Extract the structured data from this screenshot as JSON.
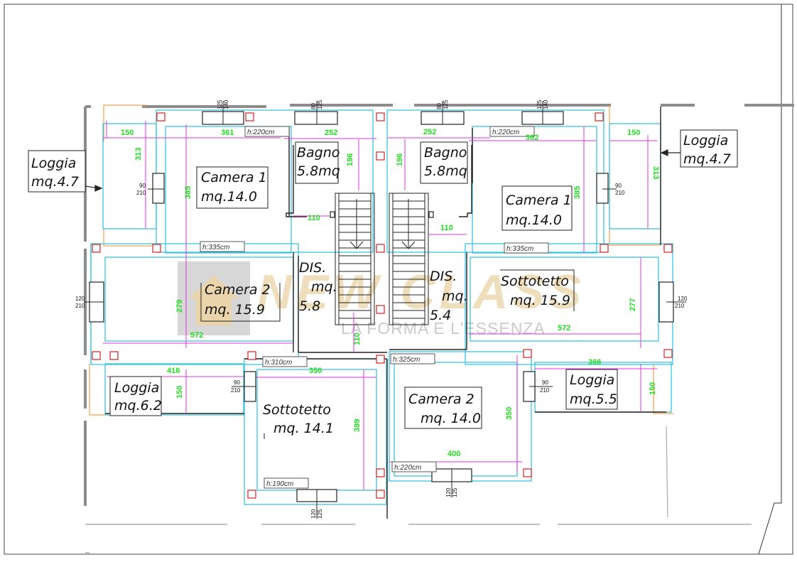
{
  "rooms": {
    "loggia_left": [
      "Loggia",
      "mq.4.7"
    ],
    "loggia_right": [
      "Loggia",
      "mq.4.7"
    ],
    "bagno_left": [
      "Bagno",
      "5.8mq"
    ],
    "bagno_right": [
      "Bagno",
      "5.8mq"
    ],
    "camera1_left": [
      "Camera  1",
      "mq.14.0"
    ],
    "camera1_right": [
      "Camera  1",
      "mq.14.0"
    ],
    "camera2_left": [
      "Camera  2",
      "mq.  15.9"
    ],
    "dis_left": [
      "DIS.",
      "mq.",
      "5.8"
    ],
    "dis_right": [
      "DIS.",
      "mq.",
      "5.4"
    ],
    "sottotetto_right": [
      "Sottotetto",
      "mq.  15.9"
    ],
    "loggia_bl": [
      "Loggia",
      "mq.6.2"
    ],
    "loggia_br": [
      "Loggia",
      "mq.5.5"
    ],
    "sottotetto_bottom": [
      "Sottotetto",
      "mq.  14.1"
    ],
    "camera2_bottom": [
      "Camera  2",
      "mq.  14.0"
    ]
  },
  "dimensions": {
    "d150_tl": "150",
    "d313_l": "313",
    "d361": "361",
    "d252_l": "252",
    "d196_l": "196",
    "d385_l": "385",
    "d110_l": "110",
    "d252_r": "252",
    "d362": "362",
    "d150_tr": "150",
    "d196_r": "196",
    "d385_r": "385",
    "d313_r": "313",
    "d110_r": "110",
    "d279": "279",
    "d572_l": "572",
    "d110_c": "110",
    "d572_r": "572",
    "d277": "277",
    "d416": "416",
    "d150_bl": "150",
    "d350_b": "350",
    "d399": "399",
    "d350_r": "350",
    "d400": "400",
    "d366": "366",
    "d150_br": "150"
  },
  "heights": {
    "h220_l": "h:220cm",
    "h220_r": "h:220cm",
    "h335_l": "h:335cm",
    "h335_r": "h:335cm",
    "h310": "h:310cm",
    "h325": "h:325cm",
    "h220_b": "h:220cm",
    "h190": "h:190cm"
  },
  "windows": {
    "w_top1": [
      "125",
      "140"
    ],
    "w_top2": [
      "80",
      "125"
    ],
    "w_top3": [
      "80",
      "125"
    ],
    "w_top4": [
      "125",
      "140"
    ],
    "w_cam1_l": [
      "90",
      "210"
    ],
    "w_cam1_r": [
      "90",
      "210"
    ],
    "w_cam2_l": [
      "120",
      "210"
    ],
    "w_sott_r": [
      "120",
      "210"
    ],
    "w_loggia_bl": [
      "90",
      "210"
    ],
    "w_loggia_br": [
      "90",
      "210"
    ],
    "w_bot1": [
      "120",
      "125"
    ],
    "w_bot2": [
      "120",
      "125"
    ]
  },
  "watermark": {
    "brand": "NEW CLASS",
    "tagline": "LA FORMA E L'ESSENZA"
  },
  "colors": {
    "wall": "#222222",
    "outer_wall": "#8c8c8c",
    "cyan": "#39c6e0",
    "magenta": "#e233e2",
    "orange": "#f5a04a",
    "green_dim": "#22dd22",
    "pillar": "#d42020"
  }
}
